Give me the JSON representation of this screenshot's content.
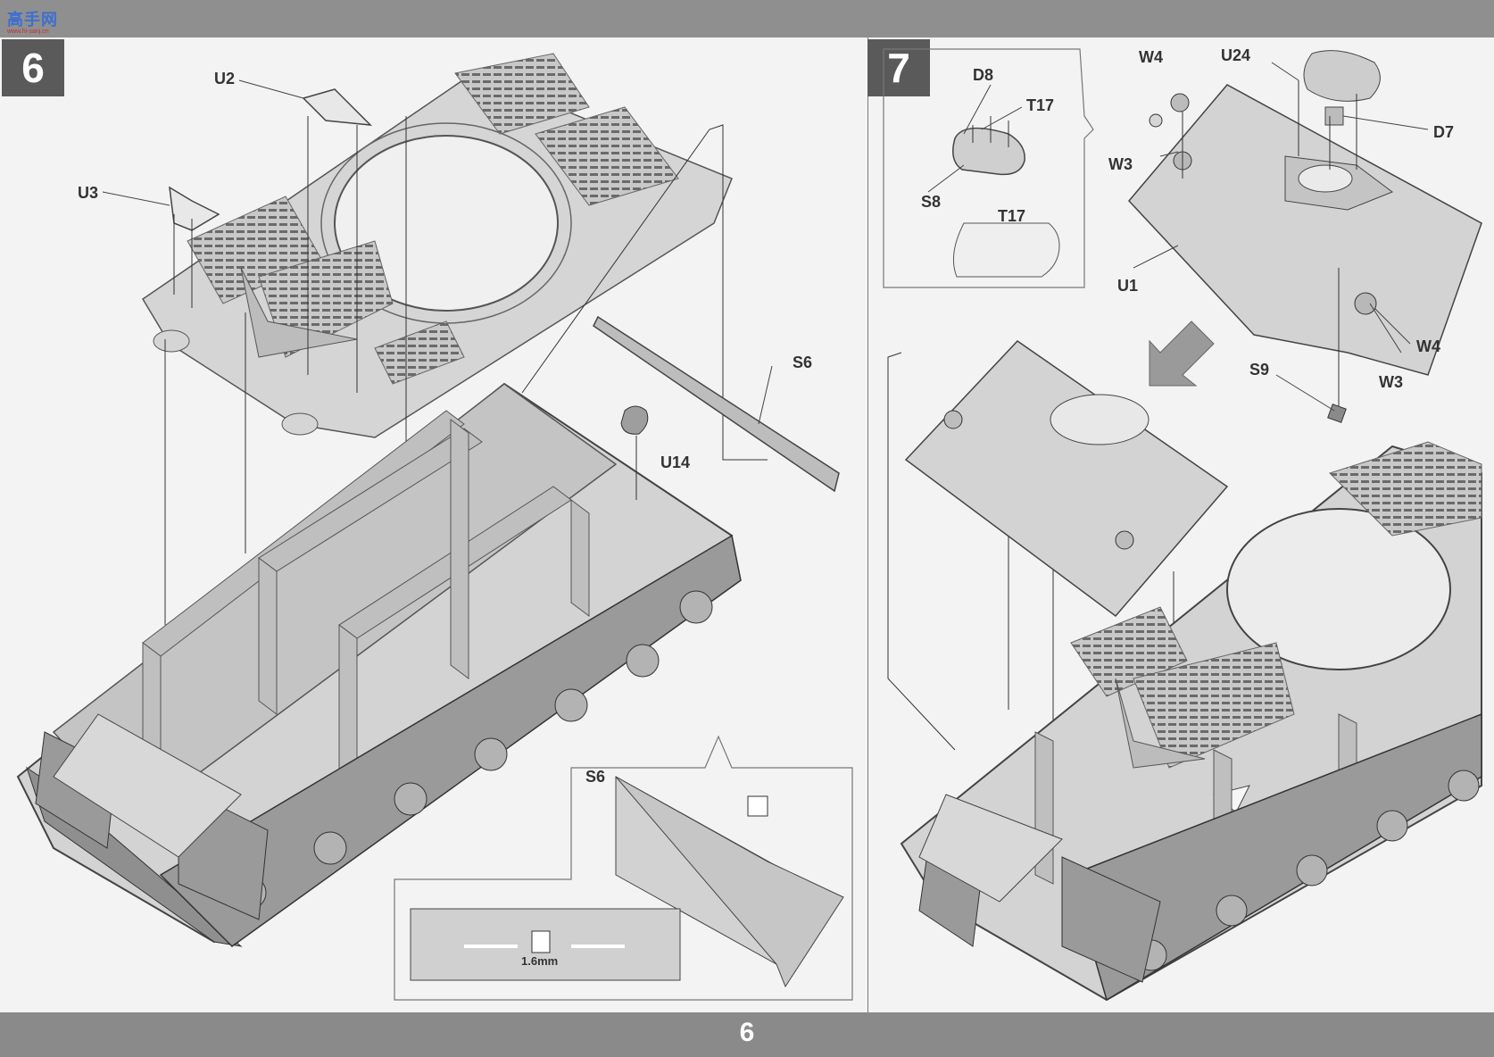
{
  "site_logo": {
    "text": "高手网",
    "sub": "www.hi-sanj.cn"
  },
  "steps": {
    "step6": {
      "number": "6"
    },
    "step7": {
      "number": "7"
    }
  },
  "step6_labels": {
    "U2": "U2",
    "U3": "U3",
    "S6": "S6",
    "U14": "U14",
    "S6_detail": "S6",
    "measurement": "1.6mm"
  },
  "step7_labels": {
    "D8": "D8",
    "T17a": "T17",
    "S8": "S8",
    "T17b": "T17",
    "W4a": "W4",
    "W3a": "W3",
    "U24": "U24",
    "D7": "D7",
    "U1": "U1",
    "S9": "S9",
    "W4b": "W4",
    "W3b": "W3"
  },
  "footer": {
    "page_number": "6"
  },
  "colors": {
    "bands": "#8a8a8a",
    "paper": "#f3f3f3",
    "part_fill": "#d4d4d4",
    "badge": "#5a5a5a"
  }
}
